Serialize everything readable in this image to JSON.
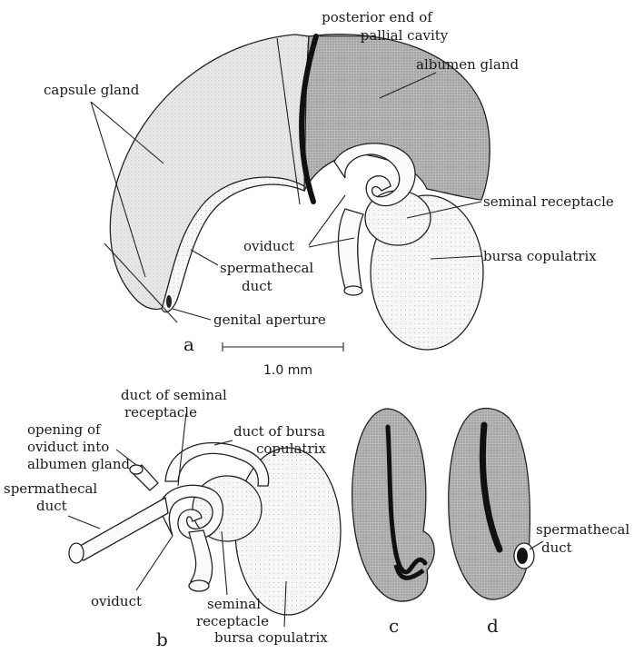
{
  "figure": {
    "panel_a": {
      "panel_letter": "a",
      "labels": {
        "pallial_cavity": [
          "posterior end of",
          "pallial cavity"
        ],
        "albumen_gland": "albumen gland",
        "capsule_gland": "capsule gland",
        "seminal_receptacle": "seminal receptacle",
        "oviduct": "oviduct",
        "bursa_copulatrix": "bursa copulatrix",
        "spermathecal_duct": [
          "spermathecal",
          "duct"
        ],
        "genital_aperture": "genital aperture"
      },
      "scale_bar": "1.0 mm"
    },
    "panel_b": {
      "panel_letter": "b",
      "labels": {
        "duct_seminal_receptacle": [
          "duct of seminal",
          "receptacle"
        ],
        "opening_oviduct": [
          "opening of",
          "oviduct into",
          "albumen gland"
        ],
        "duct_bursa": [
          "duct of bursa",
          "copulatrix"
        ],
        "spermathecal_duct": [
          "spermathecal",
          "duct"
        ],
        "oviduct": "oviduct",
        "seminal_receptacle": [
          "seminal",
          "receptacle"
        ],
        "bursa_copulatrix": "bursa copulatrix"
      }
    },
    "panel_c": {
      "panel_letter": "c"
    },
    "panel_d": {
      "panel_letter": "d",
      "labels": {
        "spermathecal_duct": [
          "spermathecal",
          "duct"
        ]
      }
    },
    "colors": {
      "capsule_stipple": "#ebebeb",
      "albumen_shade": "#b9b9b9",
      "organ_stipple": "#f4f4f4",
      "section_shade": "#c4c4c4",
      "ink": "#1a1a1a"
    }
  }
}
